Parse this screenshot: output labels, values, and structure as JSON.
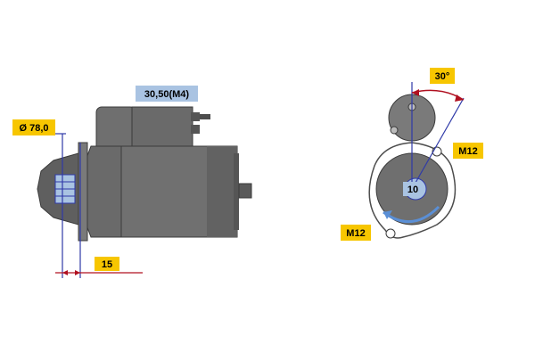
{
  "labels": {
    "diameter": "Ø 78,0",
    "terminal": "30,50(M4)",
    "length": "15",
    "angle": "30°",
    "thread_top": "M12",
    "thread_bottom": "M12",
    "teeth": "10"
  },
  "colors": {
    "body": "#6f6f6f",
    "body_dark": "#4d4d4d",
    "body_light": "#888888",
    "label_bg": "#f7c600",
    "terminal_bg": "#a9c3e2",
    "teeth_bg": "#a9c3e2",
    "dimension_line": "#2f3aa8",
    "arrow": "#b01020",
    "rotation_arrow": "#5a8fd6"
  }
}
